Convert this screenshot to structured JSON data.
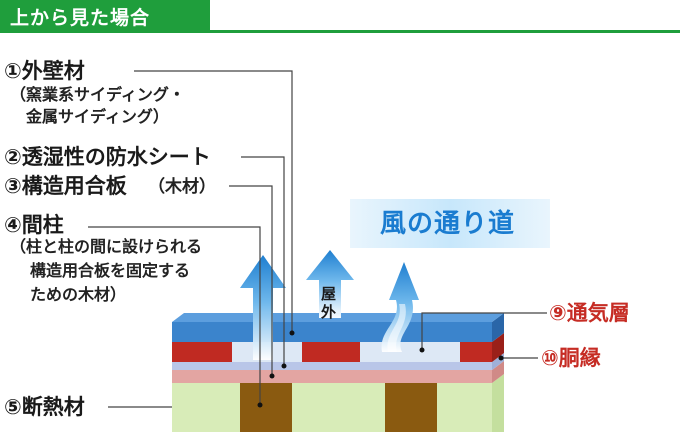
{
  "header": {
    "title": "上から見た場合"
  },
  "labels": {
    "l1": "①外壁材",
    "l1_sub_1": "（窯業系サイディング・",
    "l1_sub_2": "金属サイディング）",
    "l2": "②透湿性の防水シート",
    "l3": "③構造用合板",
    "l3_note": "（木材）",
    "l4": "④間柱",
    "l4_sub_1": "（柱と柱の間に設けられる",
    "l4_sub_2": "構造用合板を固定する",
    "l4_sub_3": "ための木材）",
    "l5": "⑤断熱材",
    "l9": "⑨通気層",
    "l10": "⑩胴縁"
  },
  "wind": {
    "label": "風の通り道"
  },
  "outside": {
    "char_1": "屋",
    "char_2": "外"
  },
  "colors": {
    "header_green": "#1f9e3c",
    "label_red": "#c62c24",
    "siding_blue": "#3b84cc",
    "furring_red": "#c02a22",
    "air_gap": "#dde8f5",
    "membrane": "#b9c6e8",
    "plywood": "#e3a5a2",
    "insulation": "#d8ecb8",
    "stud_brown": "#8a5a10",
    "arrow_blue": "#2a8bd8"
  }
}
